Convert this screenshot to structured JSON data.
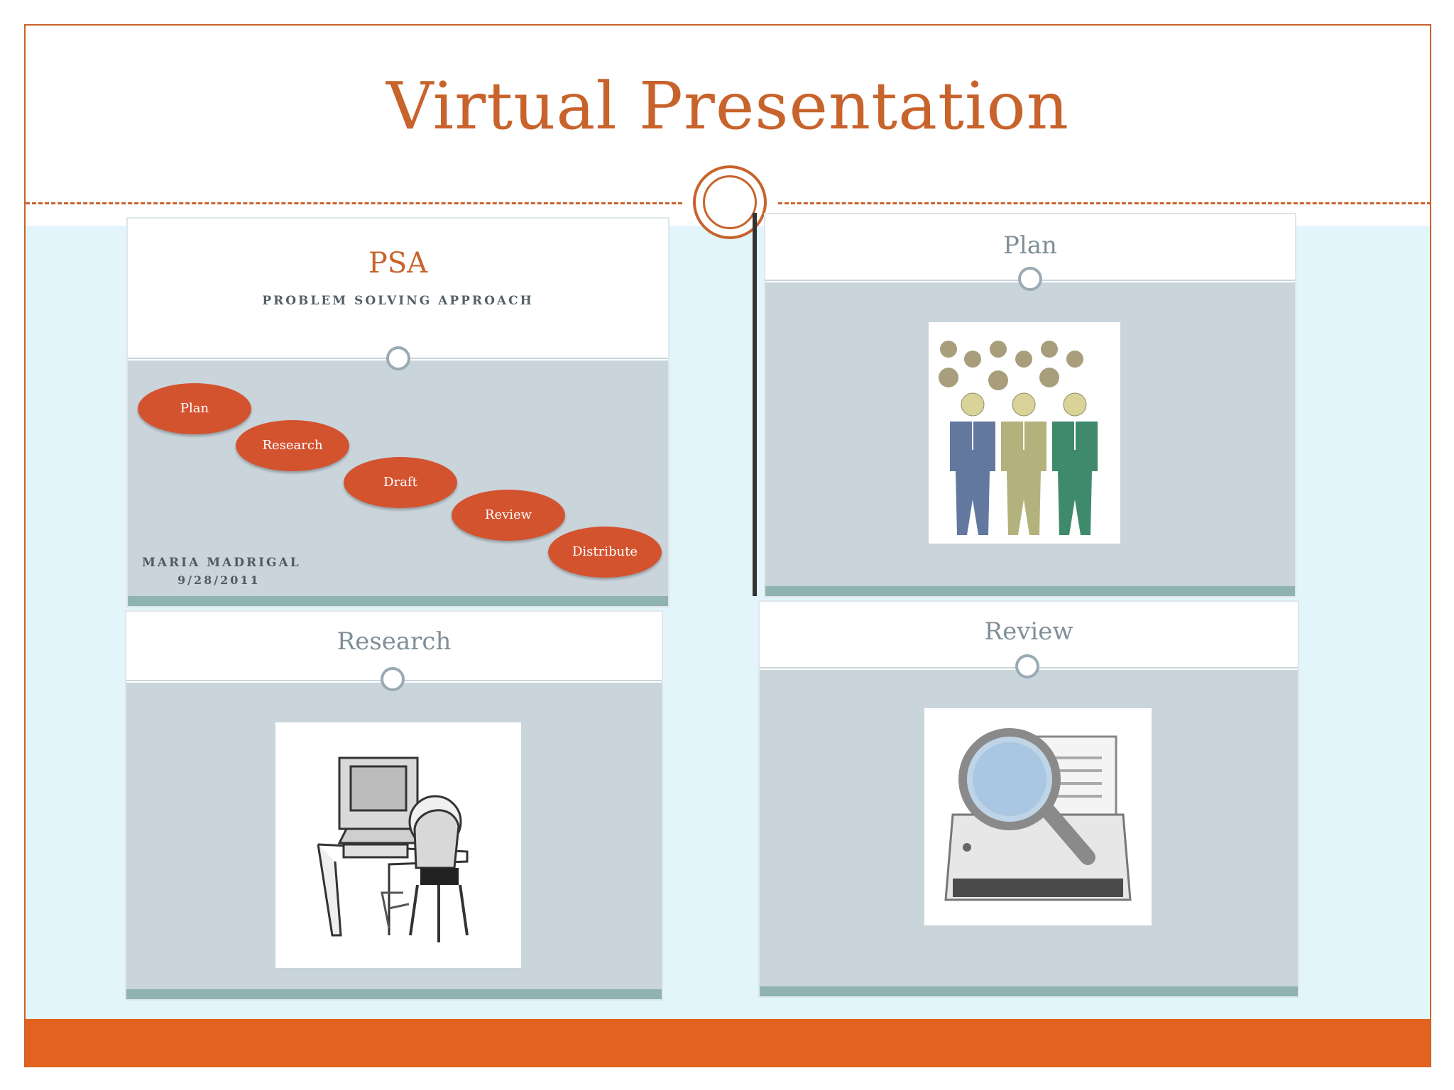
{
  "slide": {
    "title": "Virtual Presentation"
  },
  "thumbnails": {
    "psa": {
      "title": "PSA",
      "subtitle": "PROBLEM SOLVING APPROACH",
      "steps": [
        "Plan",
        "Research",
        "Draft",
        "Review",
        "Distribute"
      ],
      "author": "MARIA MADRIGAL",
      "date": "9/28/2011"
    },
    "plan": {
      "title": "Plan",
      "image_icon": "people-group-icon"
    },
    "research": {
      "title": "Research",
      "image_icon": "person-at-computer-icon"
    },
    "review": {
      "title": "Review",
      "image_icon": "magnifier-document-icon"
    }
  },
  "colors": {
    "accent": "#c8632c",
    "bottom_bar": "#e3621f",
    "content_bg": "#e2f5fb",
    "step_fill": "#d4532f"
  }
}
